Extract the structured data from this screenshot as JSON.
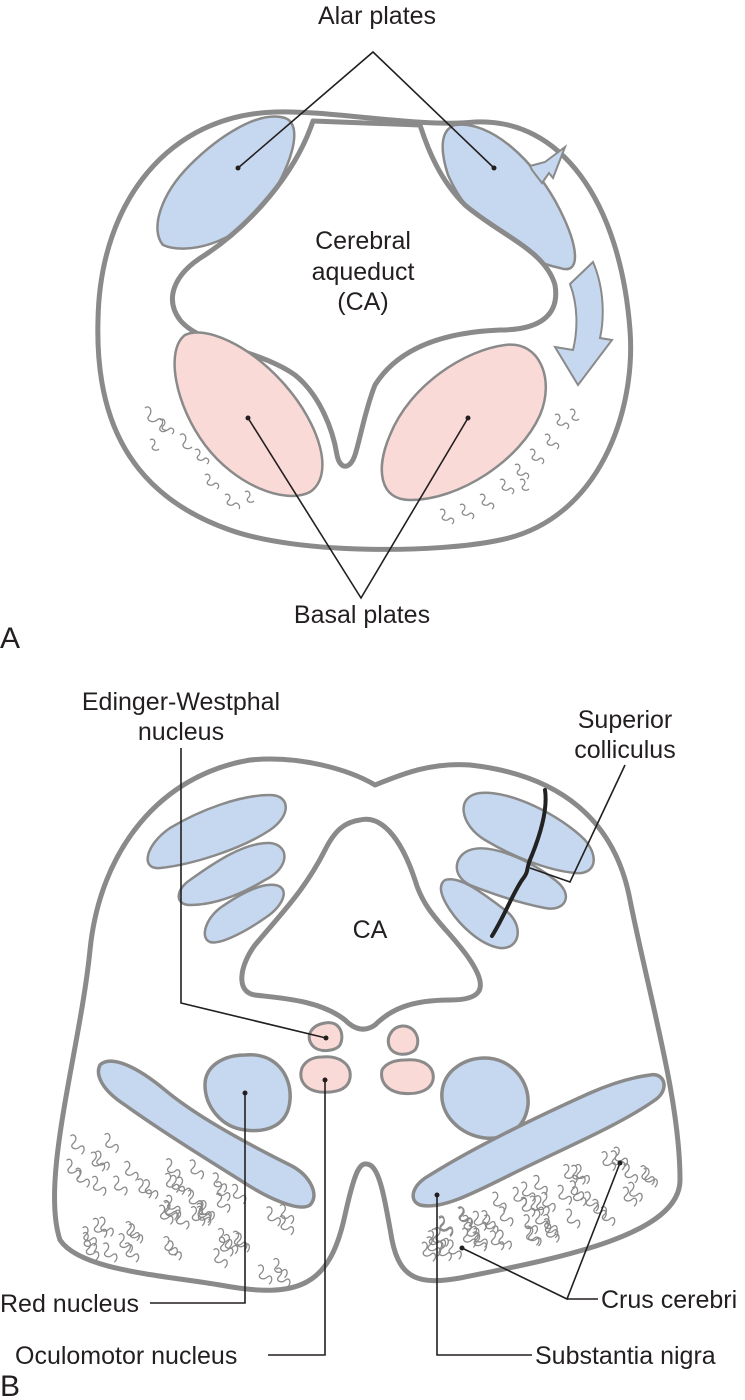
{
  "figure": {
    "panel_a": {
      "panel_label": "A",
      "labels": {
        "alar_plates": "Alar plates",
        "cerebral_aqueduct_line1": "Cerebral",
        "cerebral_aqueduct_line2": "aqueduct",
        "cerebral_aqueduct_line3": "(CA)",
        "basal_plates": "Basal plates"
      }
    },
    "panel_b": {
      "panel_label": "B",
      "labels": {
        "edinger_westphal_line1": "Edinger-Westphal",
        "edinger_westphal_line2": "nucleus",
        "superior_colliculus_line1": "Superior",
        "superior_colliculus_line2": "colliculus",
        "ca": "CA",
        "red_nucleus": "Red nucleus",
        "oculomotor_nucleus": "Oculomotor nucleus",
        "crus_cerebri": "Crus cerebri",
        "substantia_nigra": "Substantia nigra"
      }
    },
    "colors": {
      "alar_blue": "#c6d8ef",
      "basal_pink": "#fadad7",
      "outline_gray": "#8a8a8a",
      "text": "#231f20"
    }
  }
}
